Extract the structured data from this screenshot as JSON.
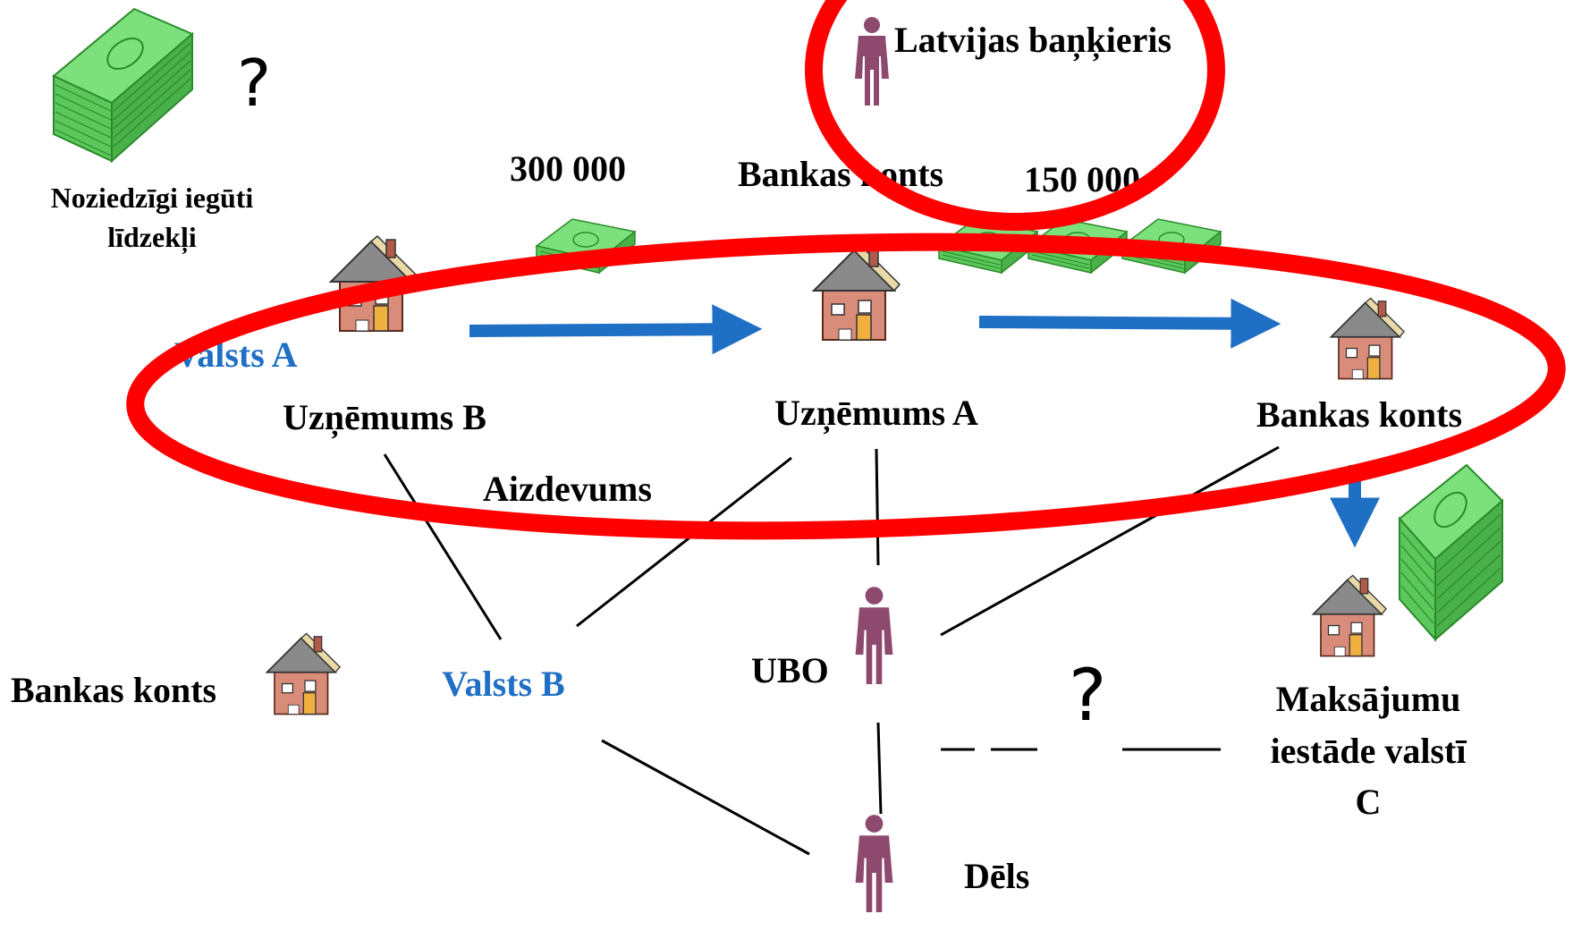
{
  "labels": {
    "criminal_funds_line1": "Noziedzīgi iegūti",
    "criminal_funds_line2": "līdzekļi",
    "question_mark_top": "?",
    "amount_300k": "300 000",
    "bank_account_top": "Bankas konts",
    "amount_150k": "150 000",
    "latvian_banker": "Latvijas baņķieris",
    "country_a": "Valsts A",
    "company_b": "Uzņēmums B",
    "company_a": "Uzņēmums A",
    "bank_account_right": "Bankas konts",
    "loan": "Aizdevums",
    "bank_account_left": "Bankas konts",
    "country_b": "Valsts B",
    "ubo": "UBO",
    "question_mark_mid": "?",
    "payment_institution_line1": "Maksājumu",
    "payment_institution_line2": "iestāde valstī",
    "payment_institution_line3": "C",
    "son": "Dēls"
  },
  "colors": {
    "ellipse": "#ff0000",
    "arrow": "#1f6fc5",
    "country_text": "#1f6fc5",
    "person": "#8e4a6e",
    "money_green": "#7ce07c",
    "house_wall": "#d98c7a",
    "house_roof": "#8a8a8a"
  },
  "icons": [
    "money-stack-icon",
    "house-icon",
    "person-icon",
    "arrow-icon"
  ]
}
